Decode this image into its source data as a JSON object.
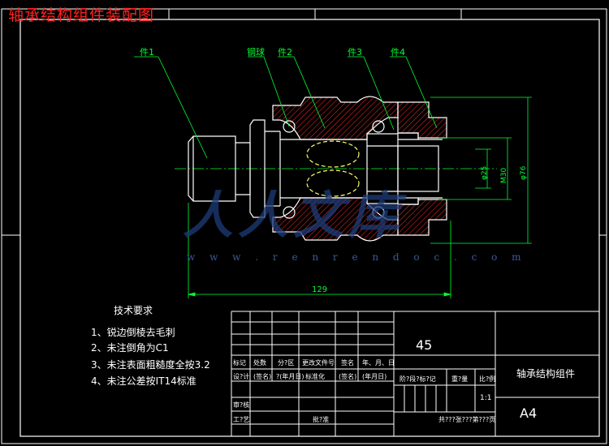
{
  "title": "轴承结构组件装配图",
  "colors": {
    "background": "#000000",
    "line": "#ffffff",
    "hatch": "#ff2a2a",
    "leader": "#00ff33",
    "dimension": "#00ff33",
    "watermark": "#1e3d7a",
    "title": "#ff2020"
  },
  "callouts": {
    "part1": "件1",
    "steel_ball": "钢球",
    "part2": "件2",
    "part3": "件3",
    "part4": "件4"
  },
  "dimensions": {
    "length": "129",
    "bore": "φ25",
    "thread": "M30",
    "outer": "φ76"
  },
  "watermark": {
    "text": "人人文库",
    "url": "w w w . r e n r e n d o c . c o m"
  },
  "tech_requirements": {
    "heading": "技术要求",
    "items": [
      "1、锐边倒棱去毛刺",
      "2、未注倒角为C1",
      "3、未注表面粗糙度全按3.2",
      "4、未注公差按IT14标准"
    ]
  },
  "title_block": {
    "material": "45",
    "part_name": "轴承结构组件",
    "sheet_size": "A4",
    "scale": "1:1",
    "header_row": {
      "c1": "标记",
      "c2": "处数",
      "c3": "分?区",
      "c4": "更改文件号",
      "c5": "签名",
      "c6": "年、月、日"
    },
    "design_row": {
      "c1": "设?计",
      "c2": "(签名)",
      "c3": "?(年月日)",
      "c4": "标准化",
      "c5": "(签名)",
      "c6": "(年月日)"
    },
    "stage_labels": {
      "stage": "阶?段?标?记",
      "weight": "重?量",
      "scale": "比?例"
    },
    "review": "审?核",
    "process": "工?艺",
    "approve": "批?准",
    "sheets": "共???张???第???页"
  }
}
